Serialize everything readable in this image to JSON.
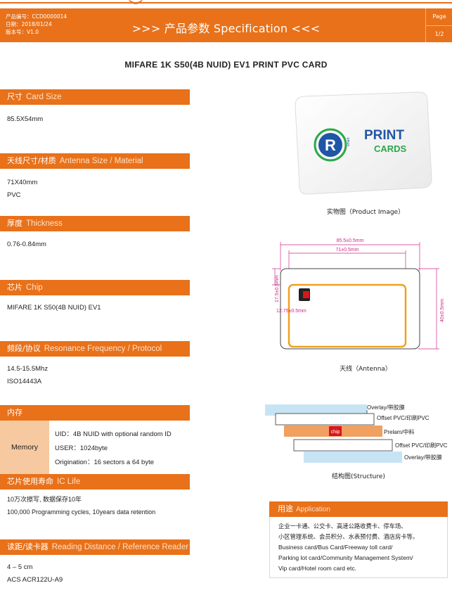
{
  "header": {
    "product_no": "产品编号：CCD0000014",
    "date": "日期：2018/01/24",
    "version": "版本号：V1.0",
    "title": ">>> 产品参数 Specification <<<",
    "page_label": "Page",
    "page_number": "1/2"
  },
  "doc_title": "MIFARE 1K S50(4B NUID) EV1 PRINT PVC CARD",
  "sections": {
    "card_size": {
      "cn": "尺寸",
      "en": "Card Size",
      "values": [
        "85.5X54mm"
      ]
    },
    "antenna": {
      "cn": "天线尺寸/材质",
      "en": "Antenna Size / Material",
      "values": [
        "71X40mm",
        "PVC"
      ]
    },
    "thickness": {
      "cn": "厚度",
      "en": "Thickness",
      "values": [
        "0.76-0.84mm"
      ]
    },
    "chip": {
      "cn": "芯片",
      "en": "Chip",
      "values": [
        "MIFARE 1K S50(4B NUID) EV1"
      ]
    },
    "frequency": {
      "cn": "频段/协议",
      "en": "Resonance Frequency / Protocol",
      "values": [
        "14.5-15.5Mhz",
        "ISO14443A"
      ]
    },
    "memory": {
      "cn": "内存",
      "label": "Memory",
      "values": [
        "UID：4B NUID with optional random ID",
        "USER：1024byte",
        "Origination：16 sectors a 64 byte"
      ]
    },
    "ic_life": {
      "cn": "芯片使用寿命",
      "en": "IC Life",
      "values": [
        "10万次擦写, 数据保存10年",
        "100,000 Programming cycles, 10years data retention"
      ]
    },
    "reader": {
      "cn": "读距/读卡器",
      "en": "Reading Distance / Reference Reader",
      "values": [
        "4 – 5 cm",
        "ACS ACR122U-A9"
      ]
    }
  },
  "product_image": {
    "logo_letter": "R",
    "logo_small": "smart",
    "print_text": "PRINT",
    "cards_text": "CARDS",
    "caption": "实物图（Product Image）"
  },
  "antenna_diagram": {
    "dim_outer_w": "85.5±0.5mm",
    "dim_inner_w": "71±0.5mm",
    "dim_left_offset": "17.5±0.5mm",
    "dim_chip_offset": "12.75±0.5mm",
    "dim_height": "40±0.5mm",
    "caption": "天线（Antenna）"
  },
  "structure": {
    "layers": [
      "Overlay/带胶膜",
      "Offset PVC/印刷PVC",
      "Prelam/中料",
      "Offset PVC/印刷PVC",
      "Overlay/带胶膜"
    ],
    "chip_label": "chip",
    "caption": "结构图(Structure)"
  },
  "application": {
    "cn": "用途",
    "en": "Application",
    "lines": [
      "企业一卡通、公交卡、高速公路收费卡、停车场、",
      "小区管理系统、会员积分、水表预付费、酒店房卡等。",
      "Business card/Bus Card/Freeway toll card/",
      "Parking lot card/Community Management System/",
      "Vip card/Hotel room card etc."
    ]
  },
  "colors": {
    "accent": "#e8711a",
    "memory_cell": "#f6c9a0",
    "overlay_blue": "#c7e4f4",
    "chip_red": "#d7161d",
    "logo_blue": "#1f56a6",
    "logo_green": "#2aa84a",
    "dim_pink": "#d0288a"
  }
}
